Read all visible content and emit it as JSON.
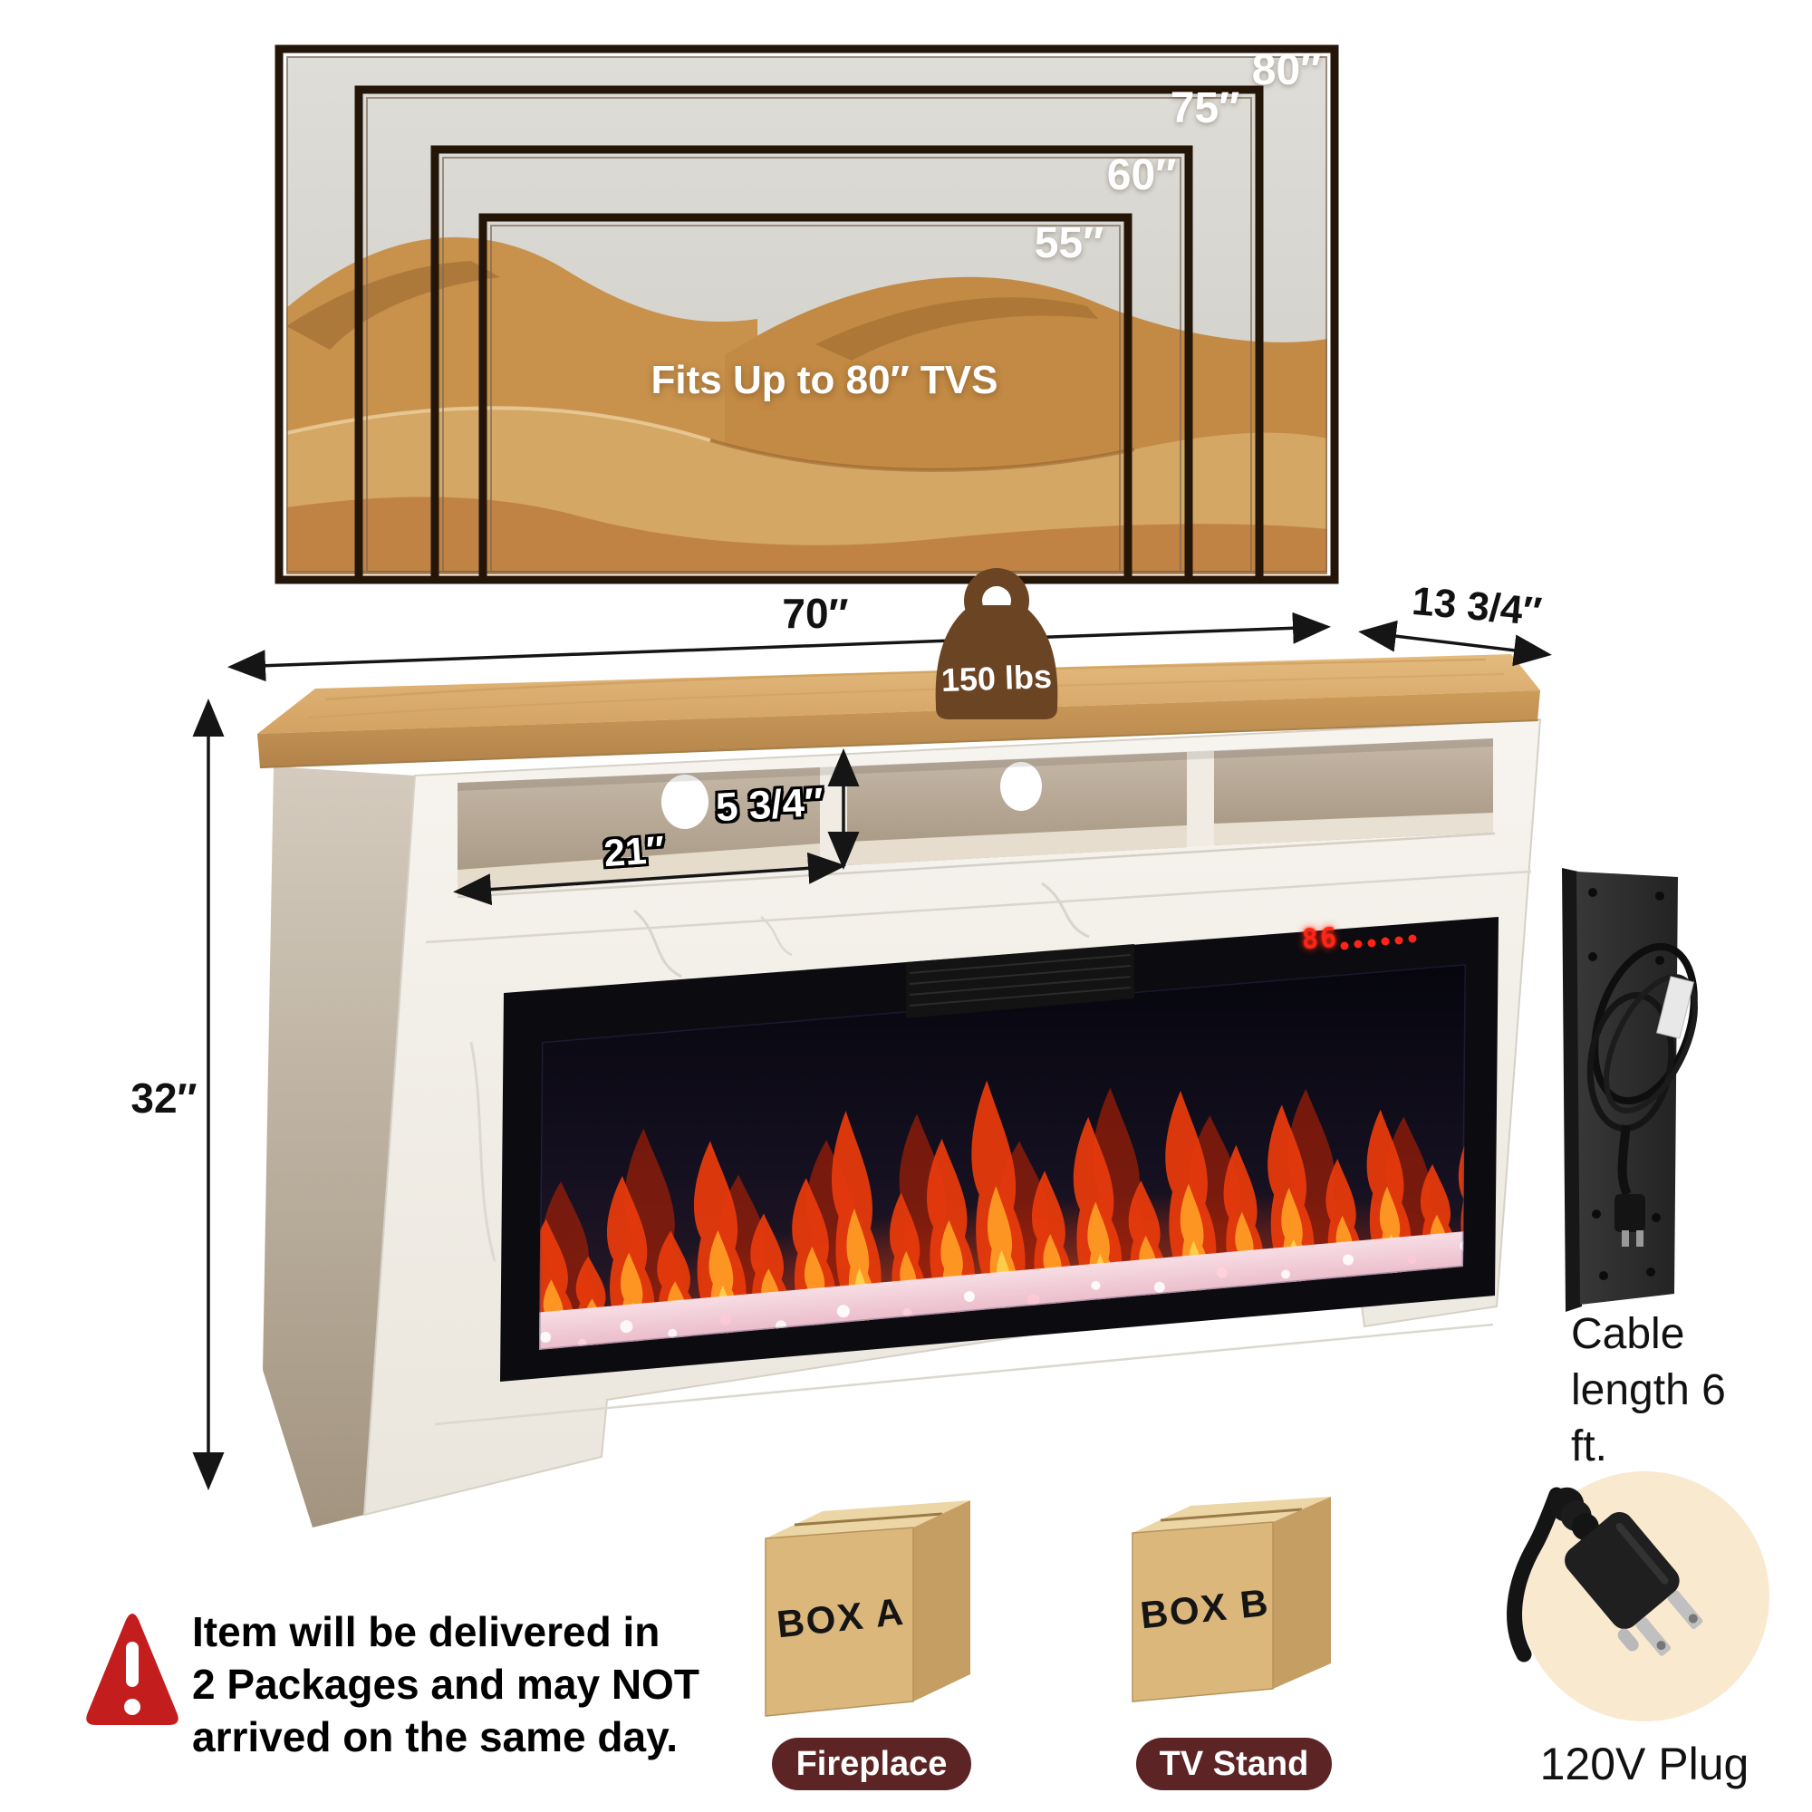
{
  "page": {
    "background": "#ffffff"
  },
  "tv_compat": {
    "sizes": [
      "80″",
      "75″",
      "60″",
      "55″"
    ],
    "caption": "Fits Up to 80″ TVS"
  },
  "dimensions": {
    "width_label": "70″",
    "depth_label": "13 3/4″",
    "height_label": "32″",
    "cubby_width_label": "21″",
    "cubby_height_label": "5 3/4″"
  },
  "capacity": {
    "weight_label": "150 lbs"
  },
  "fireplace_display": {
    "value": "86"
  },
  "cable": {
    "note": "Cable length 6 ft."
  },
  "delivery_note": {
    "lines": [
      "Item will be delivered in",
      "2 Packages and may NOT",
      "arrived on the same day."
    ]
  },
  "packages": {
    "box_a": {
      "name": "BOX A",
      "contents": "Fireplace"
    },
    "box_b": {
      "name": "BOX B",
      "contents": "TV Stand"
    }
  },
  "power": {
    "plug_label": "120V Plug"
  },
  "colors": {
    "accent_brown": "#6b4423",
    "warning_red": "#c41d1d",
    "label_maroon": "#5c2424",
    "wood": "#d8a865",
    "flame_orange": "#ff6a12",
    "led_red": "#ff2418",
    "cardboard": "#dbb77c",
    "plug_circle_cream": "#f9e9cf"
  }
}
